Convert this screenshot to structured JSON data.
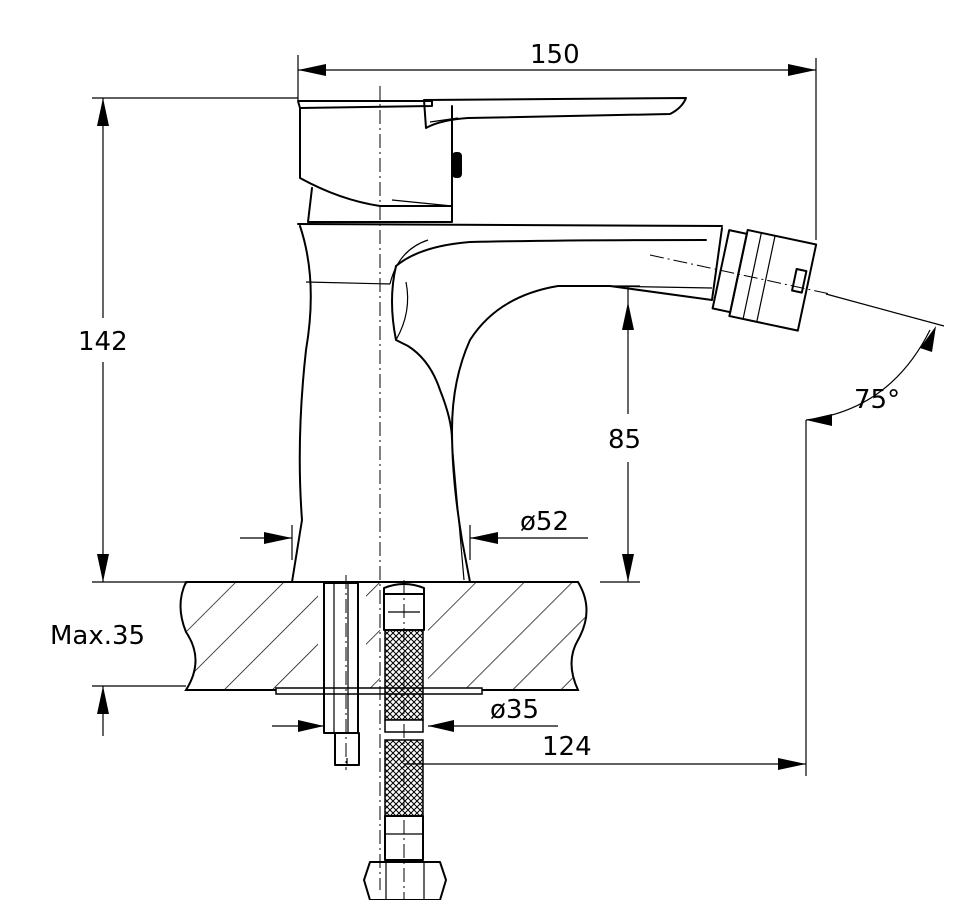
{
  "drawing": {
    "dimensions": {
      "width_total": "150",
      "height_total": "142",
      "spout_height": "85",
      "body_diameter": "ø52",
      "max_deck": "Max.35",
      "hole_diameter": "ø35",
      "reach": "124",
      "angle": "75°"
    }
  }
}
